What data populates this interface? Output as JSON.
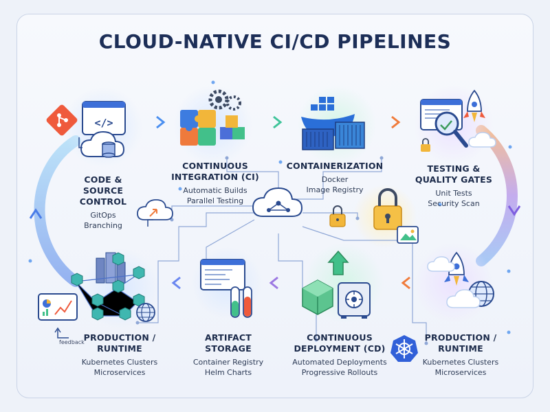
{
  "title": "CLOUD-NATIVE CI/CD PIPELINES",
  "stages": {
    "code": {
      "heading": [
        "CODE &",
        "SOURCE",
        "CONTROL"
      ],
      "details": [
        "GitOps",
        "Branching"
      ]
    },
    "ci": {
      "heading": [
        "CONTINUOUS",
        "INTEGRATION (CI)"
      ],
      "details": [
        "Automatic Builds",
        "Parallel Testing"
      ]
    },
    "container": {
      "heading": [
        "CONTAINERIZATION"
      ],
      "details": [
        "Docker",
        "Image Registry"
      ]
    },
    "testing": {
      "heading": [
        "TESTING &",
        "QUALITY GATES"
      ],
      "details": [
        "Unit Tests",
        "Security Scan"
      ]
    },
    "prod_right": {
      "heading": [
        "PRODUCTION /",
        "RUNTIME"
      ],
      "details": [
        "Kubernetes Clusters",
        "Microservices"
      ]
    },
    "cd": {
      "heading": [
        "CONTINUOUS",
        "DEPLOYMENT (CD)"
      ],
      "details": [
        "Automated Deployments",
        "Progressive Rollouts"
      ]
    },
    "artifact": {
      "heading": [
        "ARTIFACT",
        "STORAGE"
      ],
      "details": [
        "Container Registry",
        "Helm Charts"
      ]
    },
    "prod_left": {
      "heading": [
        "PRODUCTION /",
        "RUNTIME"
      ],
      "details": [
        "Kubernetes Clusters",
        "Microservices"
      ]
    }
  },
  "feedback_label": "feedback",
  "colors": {
    "title": "#1c2e57",
    "flow_blue": "#4a7fe0",
    "flow_green": "#3fc49a",
    "flow_orange": "#f28a3a",
    "flow_purple": "#8a6be0",
    "git_red": "#ef5a3c",
    "lock_yellow": "#f2b63a",
    "k8s_blue": "#3160d8"
  },
  "icons": [
    "git-icon",
    "code-window-icon",
    "cloud-database-icon",
    "puzzle-gears-icon",
    "docker-whale-icon",
    "shipping-container-icon",
    "magnifier-icon",
    "rocket-icon",
    "padlock-icon",
    "cloud-network-hub-icon",
    "city-network-icon",
    "dashboard-chart-icon",
    "test-tubes-icon",
    "browser-window-icon",
    "cube-upload-icon",
    "vault-safe-icon",
    "kubernetes-icon",
    "globe-icon",
    "image-icon"
  ]
}
